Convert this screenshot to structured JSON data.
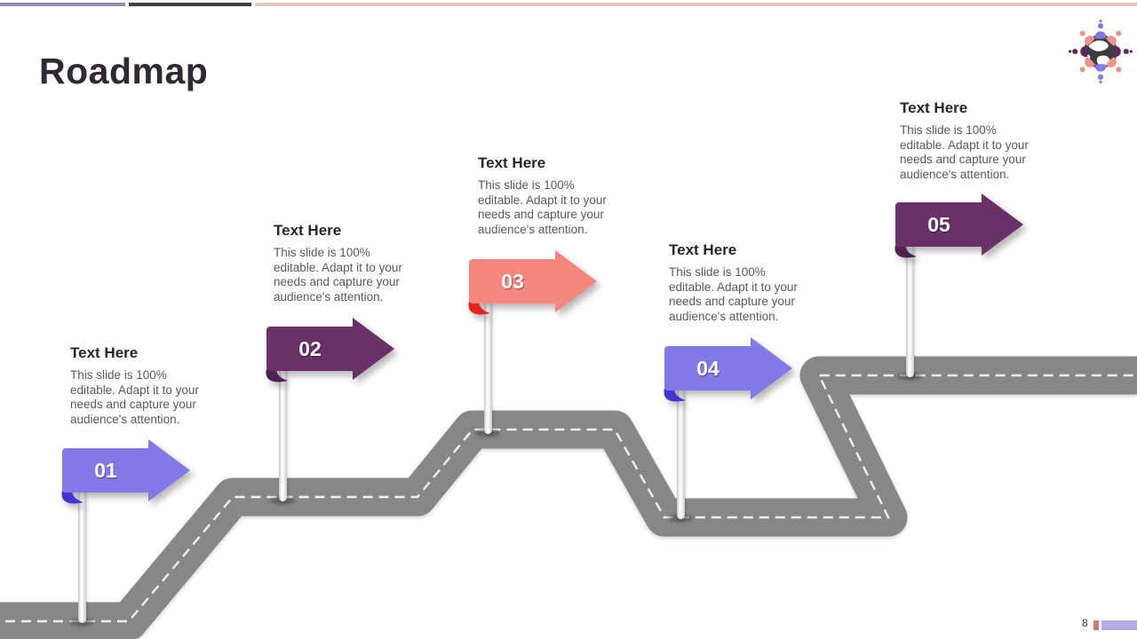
{
  "slide": {
    "title": "Roadmap",
    "page_number": "8"
  },
  "theme": {
    "top_bar_colors": [
      "#938bb3",
      "#44394f",
      "#e7c5c1"
    ],
    "road_color": "#878787",
    "road_dash_color": "#efefef",
    "footer_bar_colors": [
      "#cf7b77",
      "#b3abe3"
    ],
    "title_color": "#2e2933",
    "heading_color": "#292428",
    "body_text_color": "#595959"
  },
  "logo": {
    "name": "globe-people-logo"
  },
  "milestones": [
    {
      "number": "01",
      "title": "Text Here",
      "description_lines": [
        "This slide is 100%",
        "editable. Adapt it to your",
        "needs and capture your",
        "audience's attention."
      ],
      "sign_color": "#8379e6",
      "curl_color": "#4735d2"
    },
    {
      "number": "02",
      "title": "Text Here",
      "description_lines": [
        "This slide is 100%",
        "editable. Adapt it to your",
        "needs and capture your",
        "audience's attention."
      ],
      "sign_color": "#6a3168",
      "curl_color": "#4d2150"
    },
    {
      "number": "03",
      "title": "Text Here",
      "description_lines": [
        "This slide is 100%",
        "editable. Adapt it to your",
        "needs and capture your",
        "audience's attention."
      ],
      "sign_color": "#f5877f",
      "curl_color": "#e8231b"
    },
    {
      "number": "04",
      "title": "Text Here",
      "description_lines": [
        "This slide is 100%",
        "editable. Adapt it to your",
        "needs and capture your",
        "audience's attention."
      ],
      "sign_color": "#8379e6",
      "curl_color": "#4735d2"
    },
    {
      "number": "05",
      "title": "Text Here",
      "description_lines": [
        "This slide is 100%",
        "editable. Adapt it to your",
        "needs and capture your",
        "audience's attention."
      ],
      "sign_color": "#6a3168",
      "curl_color": "#4d2150"
    }
  ]
}
